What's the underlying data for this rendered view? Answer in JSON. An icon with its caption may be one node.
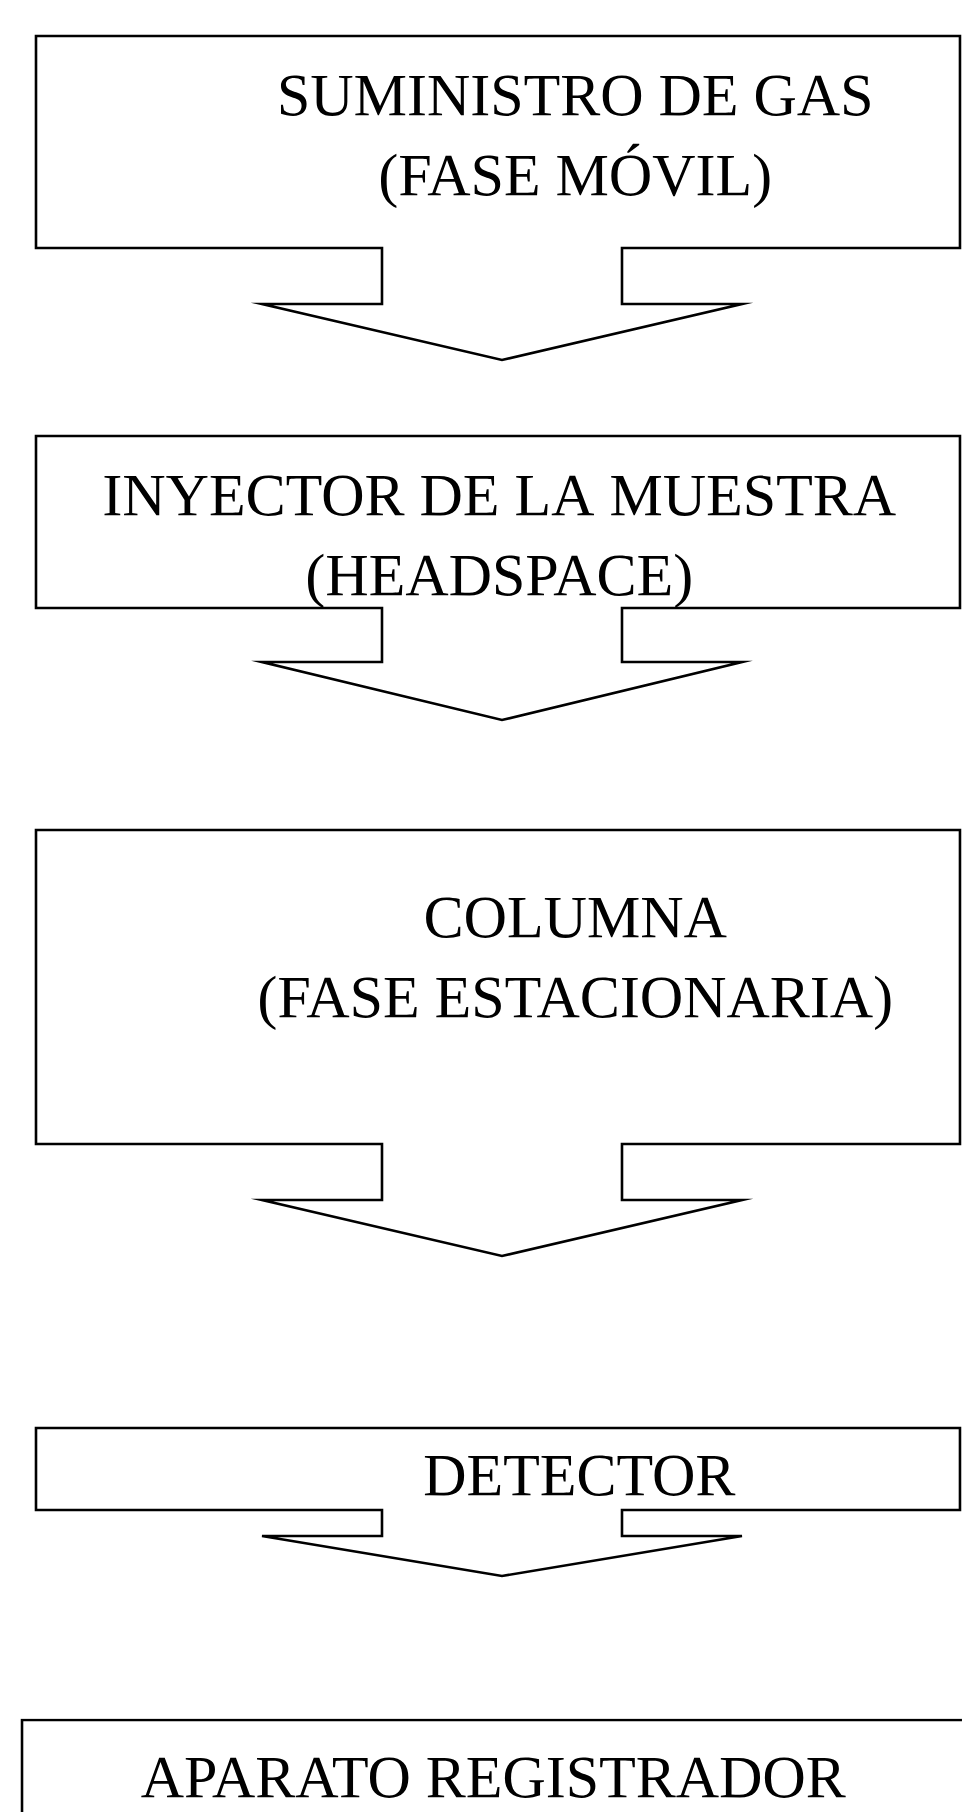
{
  "diagram": {
    "nodes": [
      {
        "text": [
          "SUMINISTRO DE GAS",
          "(FASE MÓVIL)"
        ]
      },
      {
        "text": [
          "INYECTOR DE LA MUESTRA",
          "(HEADSPACE)"
        ]
      },
      {
        "text": [
          "COLUMNA",
          "(FASE ESTACIONARIA)"
        ]
      },
      {
        "text": [
          "DETECTOR"
        ]
      },
      {
        "text": [
          "APARATO REGISTRADOR"
        ]
      }
    ]
  }
}
